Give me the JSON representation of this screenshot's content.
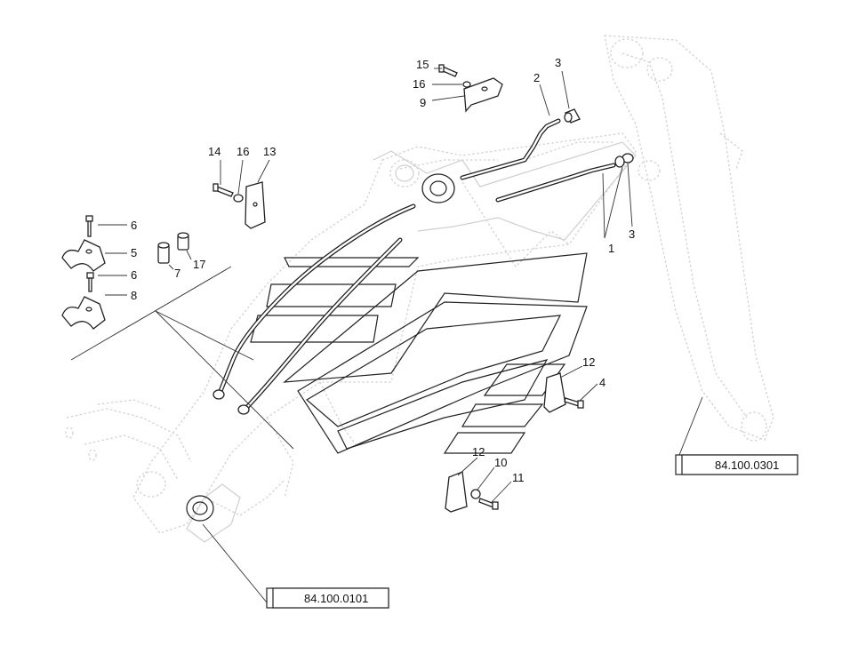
{
  "callouts": {
    "c1": "1",
    "c2": "2",
    "c3a": "3",
    "c3b": "3",
    "c4": "4",
    "c5": "5",
    "c6a": "6",
    "c6b": "6",
    "c7": "7",
    "c8": "8",
    "c9": "9",
    "c10": "10",
    "c11": "11",
    "c12a": "12",
    "c12b": "12",
    "c13": "13",
    "c14": "14",
    "c15": "15",
    "c16a": "16",
    "c16b": "16",
    "c17": "17"
  },
  "references": {
    "boom_ref": "84.100.0301",
    "frame_ref": "84.100.0101"
  }
}
